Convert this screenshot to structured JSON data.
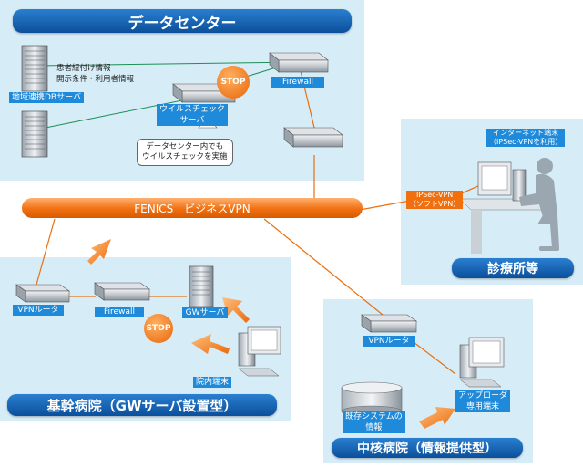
{
  "datacenter": {
    "title": "データセンター",
    "db_server_label": "地域連携DBサーバ",
    "db_info_line1": "患者紐付け情報",
    "db_info_line2": "開示条件・利用者情報",
    "virus_server_line1": "ウイルスチェック",
    "virus_server_line2": "サーバ",
    "stop_label": "STOP",
    "firewall_label": "Firewall",
    "callout_line1": "データセンター内でも",
    "callout_line2": "ウイルスチェックを実施"
  },
  "vpn": {
    "label": "FENICS　ビジネスVPN",
    "ipsec_line1": "IPSec-VPN",
    "ipsec_line2": "（ソフトVPN）"
  },
  "clinic": {
    "title": "診療所等",
    "terminal_line1": "インターネット端末",
    "terminal_line2": "（IPSec-VPNを利用）"
  },
  "core_hospital": {
    "title": "基幹病院（GWサーバ設置型）",
    "vpn_router_label": "VPNルータ",
    "firewall_label": "Firewall",
    "gw_server_label": "GWサーバ",
    "stop_label": "STOP",
    "terminal_label": "院内端末"
  },
  "central_hospital": {
    "title": "中核病院（情報提供型）",
    "vpn_router_label": "VPNルータ",
    "legacy_line1": "既存システムの",
    "legacy_line2": "情報",
    "app_line1": "アップローダ",
    "app_line2": "専用端末"
  }
}
